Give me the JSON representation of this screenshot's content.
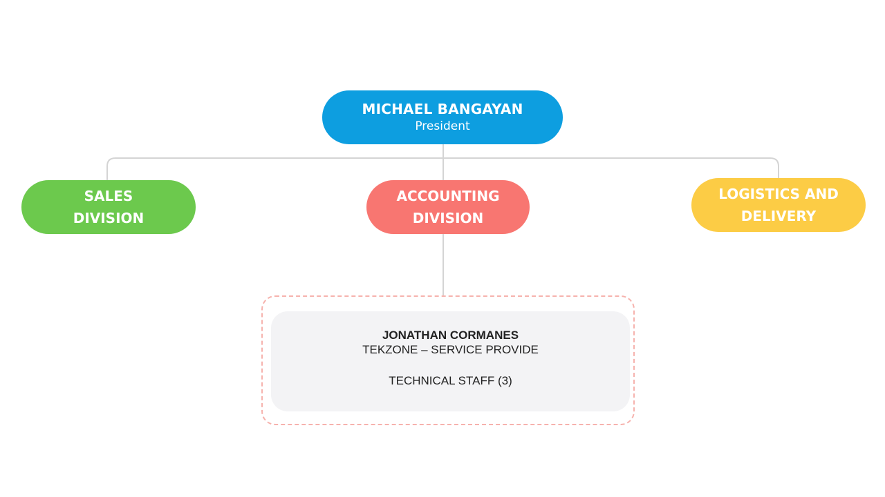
{
  "president": {
    "name": "MICHAEL BANGAYAN",
    "role": "President",
    "color": "#0d9ee0"
  },
  "divisions": [
    {
      "lines": [
        "SALES",
        "DIVISION"
      ],
      "color": "#6cc94d"
    },
    {
      "lines": [
        "ACCOUNTING",
        "DIVISION"
      ],
      "color": "#f87671"
    },
    {
      "lines": [
        "LOGISTICS AND",
        "DELIVERY"
      ],
      "color": "#fccc45"
    }
  ],
  "accounting_detail": {
    "person": "JONATHAN CORMANES",
    "company": "TEKZONE – SERVICE PROVIDE",
    "staff": "TECHNICAL STAFF (3)",
    "frame_color": "#f6b2ad",
    "card_color": "#f3f3f5"
  },
  "connector_color": "#d4d4d4"
}
